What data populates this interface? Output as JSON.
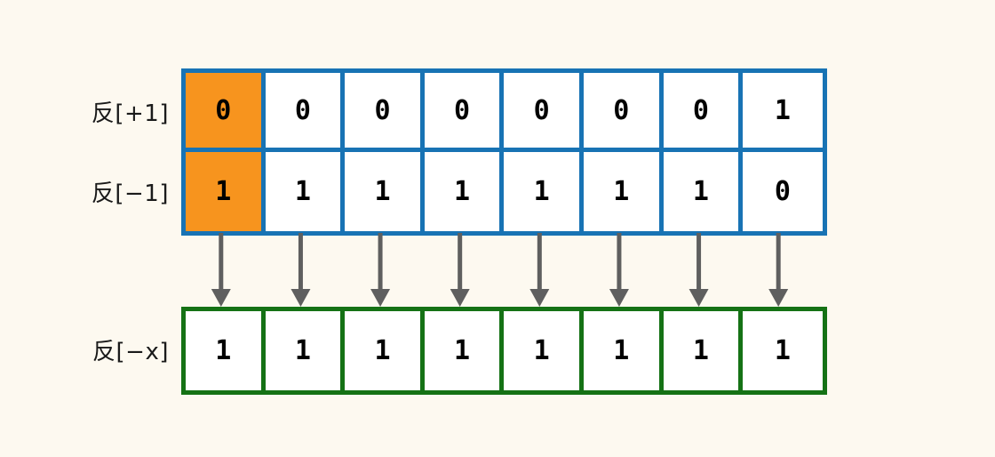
{
  "diagram": {
    "title": "two-s-complement-negation-bit-rows",
    "colors": {
      "background": "#fdf9f0",
      "source_border": "#1873b4",
      "result_border": "#157215",
      "highlight": "#f7941e",
      "arrow": "#5f5f5f",
      "cell_fill": "#ffffff",
      "text": "#000000"
    },
    "rows": [
      {
        "label": "反[+1]",
        "name": "row-plus-one",
        "bits": [
          "0",
          "0",
          "0",
          "0",
          "0",
          "0",
          "0",
          "1"
        ],
        "highlight_index": 0
      },
      {
        "label": "反[−1]",
        "name": "row-minus-one",
        "bits": [
          "1",
          "1",
          "1",
          "1",
          "1",
          "1",
          "1",
          "0"
        ],
        "highlight_index": 0
      }
    ],
    "result": {
      "label": "反[−x]",
      "name": "row-minus-x",
      "bits": [
        "1",
        "1",
        "1",
        "1",
        "1",
        "1",
        "1",
        "1"
      ]
    },
    "arrows": {
      "count": 8,
      "direction": "down",
      "icon": "arrow-down-icon"
    }
  }
}
